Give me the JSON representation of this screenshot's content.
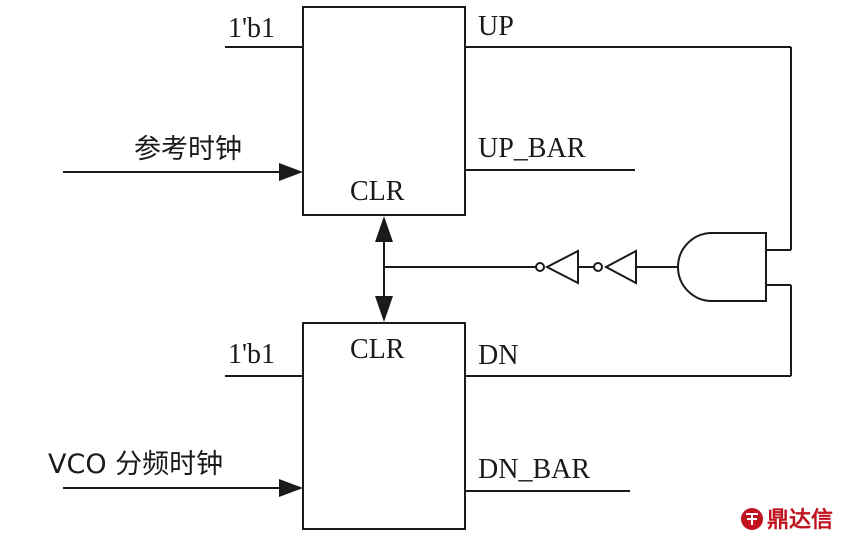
{
  "top_flipflop": {
    "d_input": "1'b1",
    "clock_input": "参考时钟",
    "clear_pin": "CLR",
    "q_output": "UP",
    "qbar_output": "UP_BAR"
  },
  "bottom_flipflop": {
    "d_input": "1'b1",
    "clock_input": "VCO 分频时钟",
    "clear_pin": "CLR",
    "q_output": "DN",
    "qbar_output": "DN_BAR"
  },
  "logo": {
    "text": "鼎达信",
    "color": "#c0121f"
  }
}
